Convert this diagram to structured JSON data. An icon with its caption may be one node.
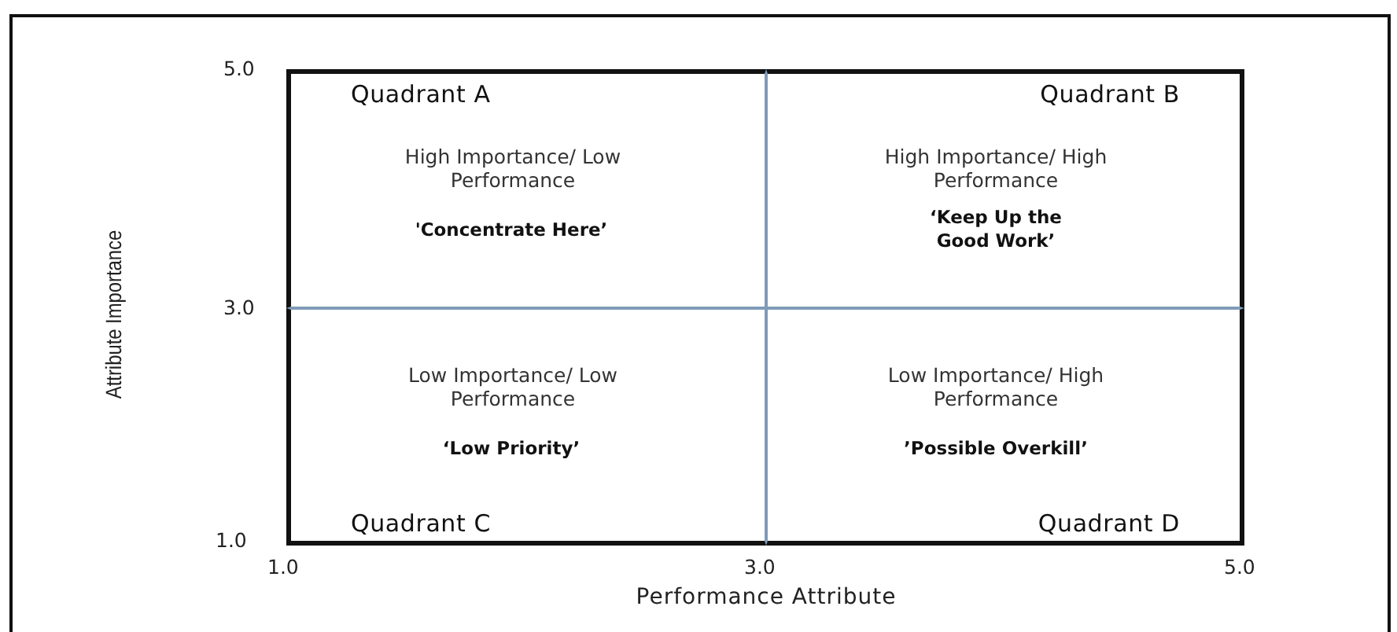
{
  "diagram": {
    "nodes": [
      {
        "text": [
          "Quadrant A",
          "High Importance/ Low Performance",
          "'Concentrate Here’"
        ]
      },
      {
        "text": [
          "Quadrant B",
          "High Importance/ High Performance",
          "‘Keep Up the Good Work’"
        ]
      },
      {
        "text": [
          "Low Importance/ Low Performance",
          "‘Low Priority’",
          "Quadrant C"
        ]
      },
      {
        "text": [
          "Low Importance/ High Performance",
          "’Possible Overkill’",
          "Quadrant D"
        ]
      }
    ],
    "edges": [],
    "labels": [
      "5.0",
      "3.0",
      "1.0",
      "1.0",
      "3.0",
      "5.0",
      "Attribute Importance",
      "Performance Attribute"
    ]
  }
}
